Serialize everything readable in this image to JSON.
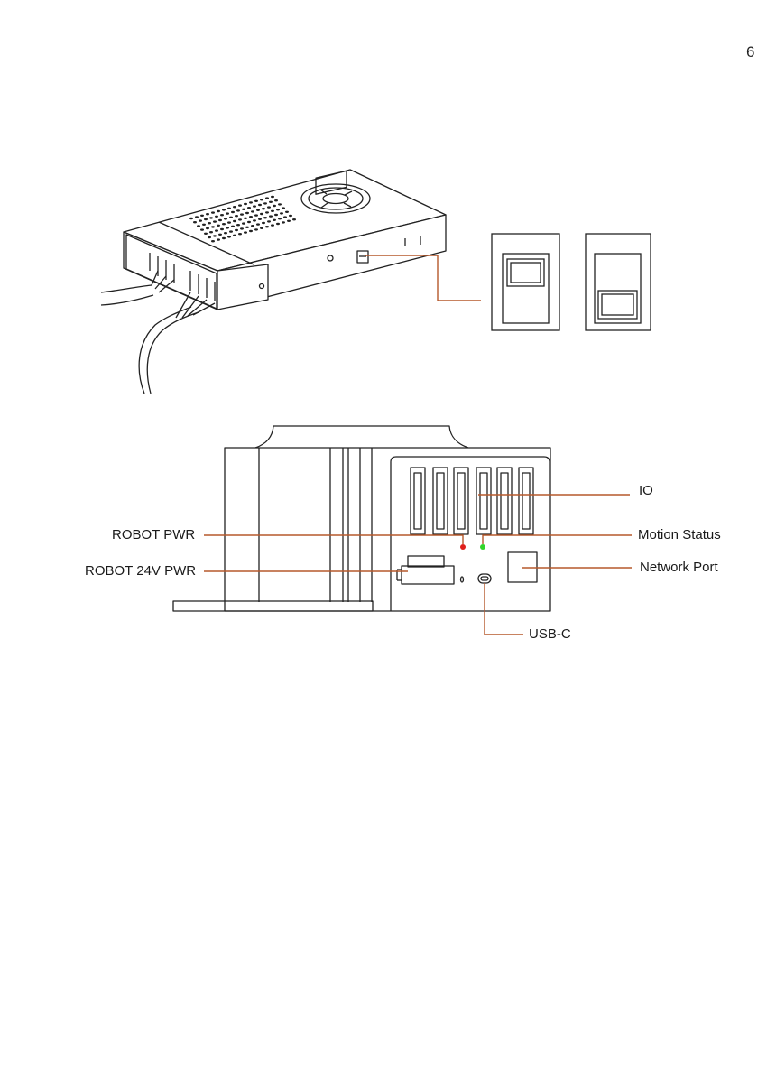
{
  "page": {
    "number": "6"
  },
  "colors": {
    "leader": "#b5582b",
    "stroke": "#222222",
    "robot_pwr_led": "#e0201b",
    "motion_status_led": "#33d42a"
  },
  "power_supply": {
    "switch_detail": {
      "states": [
        "on",
        "off"
      ]
    }
  },
  "controller": {
    "labels": {
      "io": "IO",
      "motion_status": "Motion Status",
      "network_port": "Network Port",
      "robot_pwr": "ROBOT PWR",
      "robot_24v_pwr": "ROBOT 24V PWR",
      "usb_c": "USB-C"
    }
  }
}
